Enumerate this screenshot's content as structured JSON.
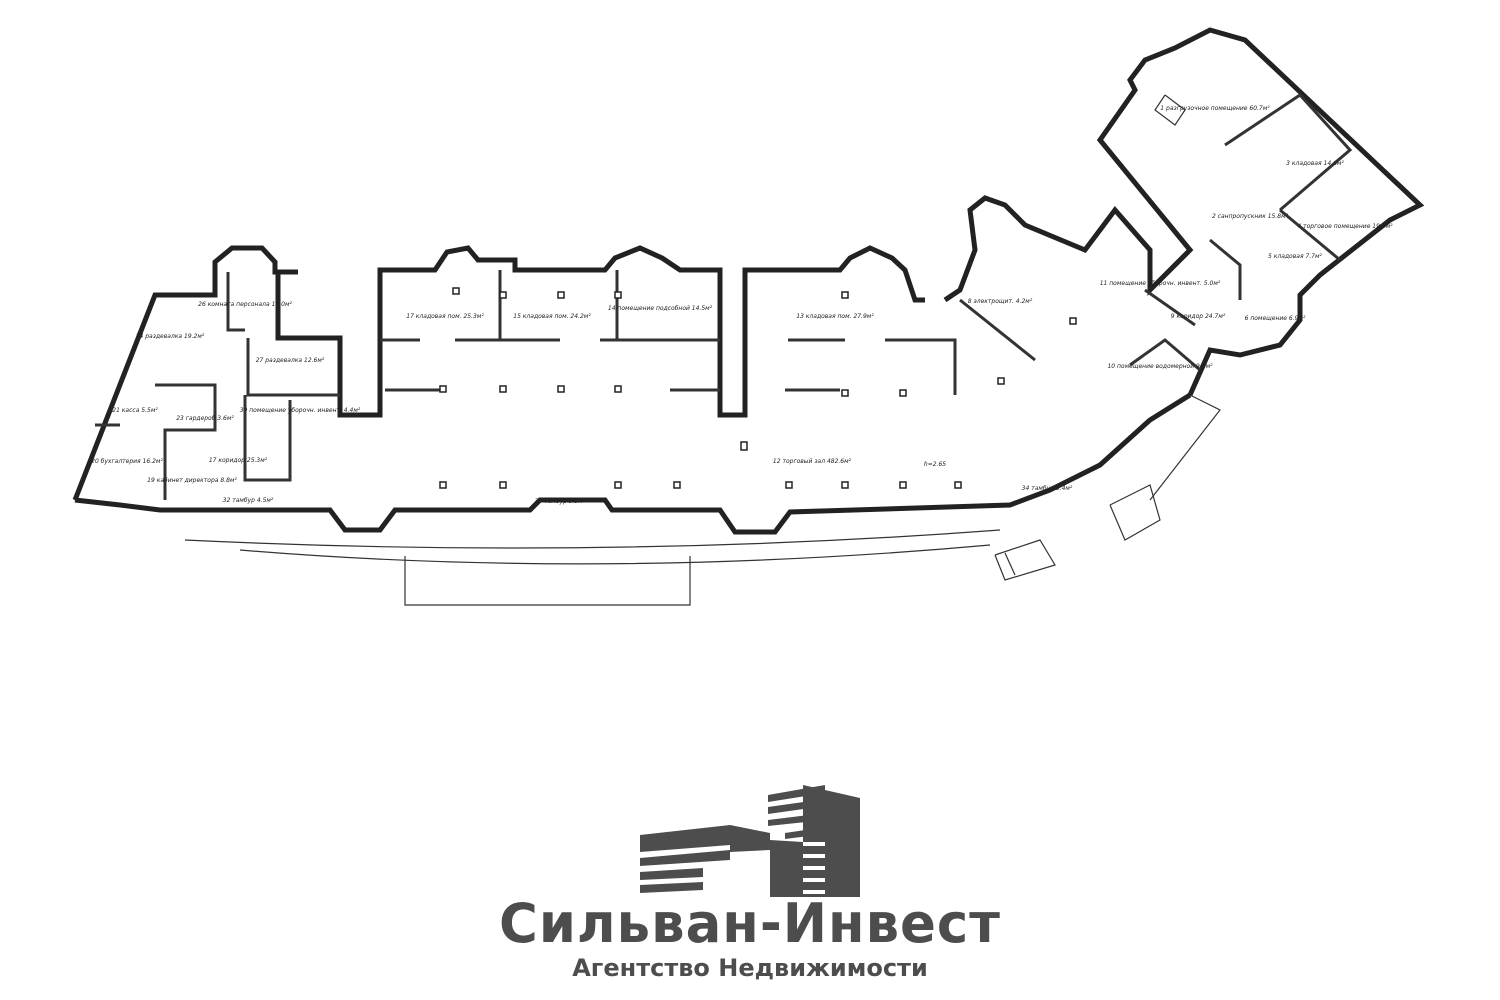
{
  "floor_plan": {
    "rooms": [
      {
        "label": "26 комната персонала 15.0м²"
      },
      {
        "label": "24 раздевалка 19.2м²"
      },
      {
        "label": "27 раздевалка 12.6м²"
      },
      {
        "label": "21 касса 5.5м²"
      },
      {
        "label": "23 гардероб 3.6м²"
      },
      {
        "label": "20 бухгалтерия 16.2м²"
      },
      {
        "label": "19 кабинет директора 8.8м²"
      },
      {
        "label": "17 коридор 25.3м²"
      },
      {
        "label": "32 тамбур 4.5м²"
      },
      {
        "label": "30 помещение уборочн. инвент. 4.4м²"
      },
      {
        "label": "17 кладовая пом. 25.3м²"
      },
      {
        "label": "15 кладовая пом. 24.2м²"
      },
      {
        "label": "14 помещение подсобной 14.5м²"
      },
      {
        "label": "13 кладовая пом. 27.9м²"
      },
      {
        "label": "12 торговый зал 482.6м²"
      },
      {
        "label": "33 тамбур 9.9м²"
      },
      {
        "label": "34 тамбур 5.4м²"
      },
      {
        "label": "8 электрощит. 4.2м²"
      },
      {
        "label": "1 разгрузочное помещение 60.7м²"
      },
      {
        "label": "3 кладовая 14.6м²"
      },
      {
        "label": "2 санпропускник 15.8м²"
      },
      {
        "label": "4 торговое помещение 19.0м²"
      },
      {
        "label": "5 кладовая 7.7м²"
      },
      {
        "label": "6 помещение 6.9м²"
      },
      {
        "label": "9 коридор 24.7м²"
      },
      {
        "label": "10 помещение водомерной 9.5м²"
      },
      {
        "label": "11 помещение уборочн. инвент. 5.0м²"
      }
    ],
    "height_note": "h=2.65"
  },
  "logo": {
    "name": "Сильван-Инвест",
    "tagline": "Агентство Недвижимости",
    "color": "#4d4d4d"
  }
}
